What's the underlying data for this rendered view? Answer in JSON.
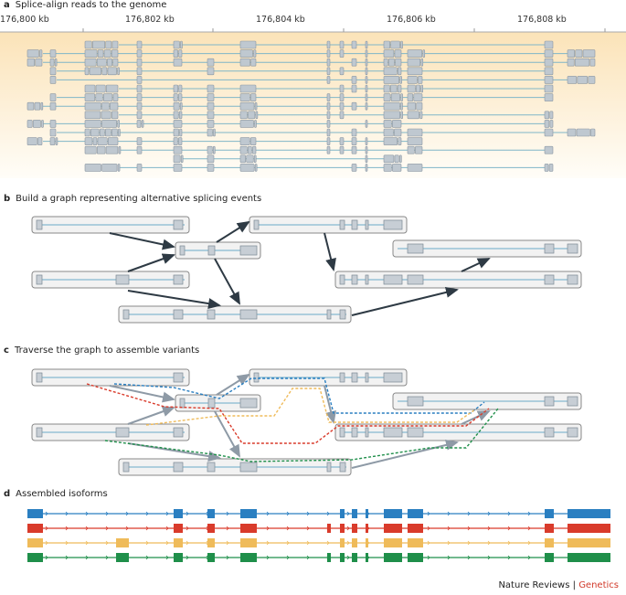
{
  "panels": {
    "a": {
      "letter": "a",
      "title": "Splice-align reads to the genome",
      "axis_ticks": [
        "176,800 kb",
        "176,802 kb",
        "176,804 kb",
        "176,806 kb",
        "176,808 kb"
      ]
    },
    "b": {
      "letter": "b",
      "title": "Build a graph representing alternative splicing events"
    },
    "c": {
      "letter": "c",
      "title": "Traverse the graph to assemble variants"
    },
    "d": {
      "letter": "d",
      "title": "Assembled isoforms"
    }
  },
  "isoforms": [
    {
      "name": "blue",
      "color": "#2a7fc1"
    },
    {
      "name": "red",
      "color": "#d93b2b"
    },
    {
      "name": "yellow",
      "color": "#efbb5a"
    },
    {
      "name": "green",
      "color": "#1f8f4a"
    }
  ],
  "footer": {
    "journal": "Nature Reviews",
    "separator": "|",
    "section": "Genetics"
  }
}
